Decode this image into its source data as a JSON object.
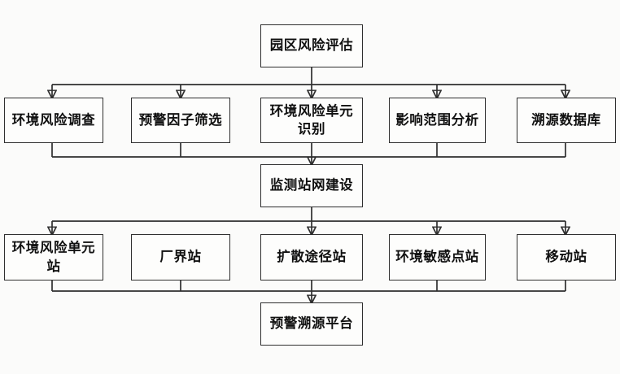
{
  "diagram": {
    "title_node": {
      "label": "园区风险评估"
    },
    "assessment_row": {
      "items": [
        {
          "label": "环境风险调查"
        },
        {
          "label": "预警因子筛选"
        },
        {
          "label": "环境风险单元识别"
        },
        {
          "label": "影响范围分析"
        },
        {
          "label": "溯源数据库"
        }
      ]
    },
    "network_node": {
      "label": "监测站网建设"
    },
    "station_row": {
      "items": [
        {
          "label": "环境风险单元站"
        },
        {
          "label": "厂界站"
        },
        {
          "label": "扩散途径站"
        },
        {
          "label": "环境敏感点站"
        },
        {
          "label": "移动站"
        }
      ]
    },
    "platform_node": {
      "label": "预警溯源平台"
    },
    "colors": {
      "background": "#fbfbfa",
      "box_fill": "#fdfdfc",
      "stroke": "#2e2e2e",
      "text": "#111111"
    }
  }
}
